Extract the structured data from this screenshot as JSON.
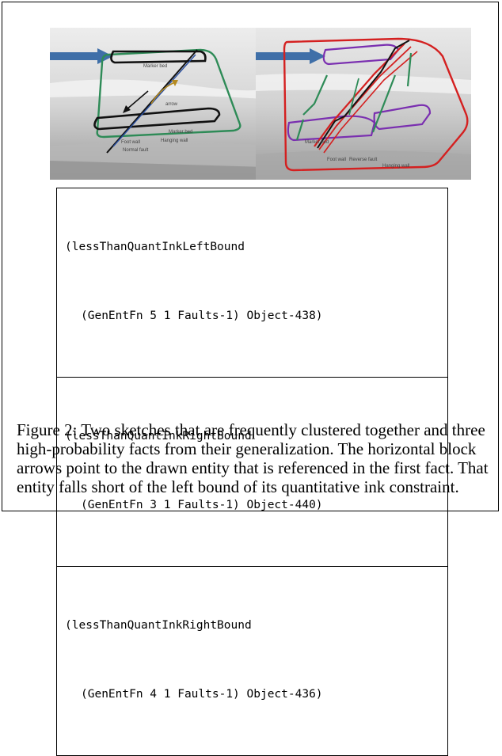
{
  "facts": [
    {
      "line1": "(lessThanQuantInkLeftBound",
      "line2": "(GenEntFn 5 1 Faults-1) Object-438)"
    },
    {
      "line1": "(lessThanQuantInkRightBound",
      "line2": "(GenEntFn 3 1 Faults-1) Object-440)"
    },
    {
      "line1": "(lessThanQuantInkRightBound",
      "line2": "(GenEntFn 4 1 Faults-1) Object-436)"
    }
  ],
  "caption": "Figure 2: Two sketches that are frequently clustered together and three high-probability facts from their generalization.  The horizontal block arrows point to the drawn entity that is referenced in the first fact. That entity falls short of the left bound of its quantitative ink constraint.",
  "sketch_left_labels": {
    "marker_bed_top": "Marker bed",
    "arrow_label": "arrow",
    "marker_bed_bottom": "Marker bed",
    "hanging_wall": "Hanging wall",
    "foot_wall": "Foot wall",
    "normal_fault": "Normal fault"
  },
  "sketch_right_labels": {
    "marker_bed": "Marker bed",
    "foot_wall": "Foot wall",
    "reverse_fault": "Reverse fault",
    "hanging_wall": "Hanging wall"
  },
  "colors": {
    "block_arrow": "#3f6fa8",
    "outline_green": "#2e8b57",
    "outline_red": "#d42020",
    "outline_purple": "#7a2fb0",
    "ink_black": "#111111"
  }
}
